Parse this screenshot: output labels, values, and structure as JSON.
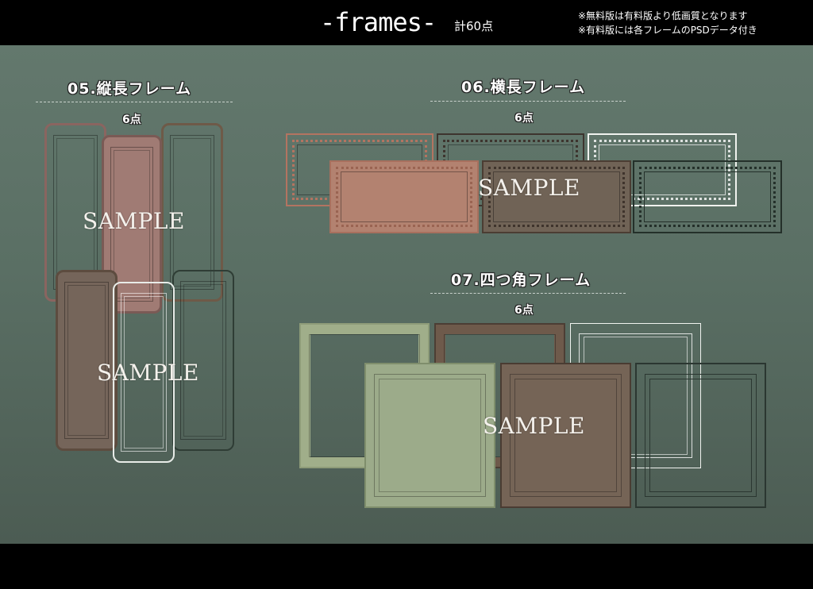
{
  "header": {
    "title": "-frames-",
    "total_count": "計60点",
    "notes": [
      "※無料版は有料版より低画質となります",
      "※有料版には各フレームのPSDデータ付き"
    ]
  },
  "sections": [
    {
      "title": "05.縦長フレーム",
      "count": "6点",
      "watermarks": [
        "SAMPLE",
        "SAMPLE"
      ],
      "frames": [
        {
          "color": "#8a6560",
          "fill": "transparent"
        },
        {
          "color": "#7a5a55",
          "fill": "#a07b74"
        },
        {
          "color": "#6e5a48",
          "fill": "transparent"
        },
        {
          "color": "#5d4c3f",
          "fill": "#75655a"
        },
        {
          "color": "#e8ece8",
          "fill": "transparent"
        },
        {
          "color": "#2f3d35",
          "fill": "transparent"
        }
      ]
    },
    {
      "title": "06.横長フレーム",
      "count": "6点",
      "watermarks": [
        "SAMPLE"
      ],
      "frames": [
        {
          "color": "#b37461",
          "fill": "transparent"
        },
        {
          "color": "#3d342e",
          "fill": "transparent"
        },
        {
          "color": "#f0f2ee",
          "fill": "transparent"
        },
        {
          "color": "#a8705e",
          "fill": "#b38270"
        },
        {
          "color": "#4b3d33",
          "fill": "#706356"
        },
        {
          "color": "#24302a",
          "fill": "transparent"
        }
      ]
    },
    {
      "title": "07.四つ角フレーム",
      "count": "6点",
      "watermarks": [
        "SAMPLE"
      ],
      "frames": [
        {
          "color": "#a0ae8a",
          "fill": "transparent"
        },
        {
          "color": "#6e5a4b",
          "fill": "transparent"
        },
        {
          "color": "#f0f3ef",
          "fill": "transparent"
        },
        {
          "color": "#9baa88",
          "fill": "#9cab8a"
        },
        {
          "color": "#5a4a3e",
          "fill": "#756456"
        },
        {
          "color": "#2b3731",
          "fill": "transparent"
        }
      ]
    }
  ],
  "colors": {
    "background_top": "#63786d",
    "background_bottom": "#4c5c53",
    "bars": "#000000",
    "text": "#ffffff"
  }
}
